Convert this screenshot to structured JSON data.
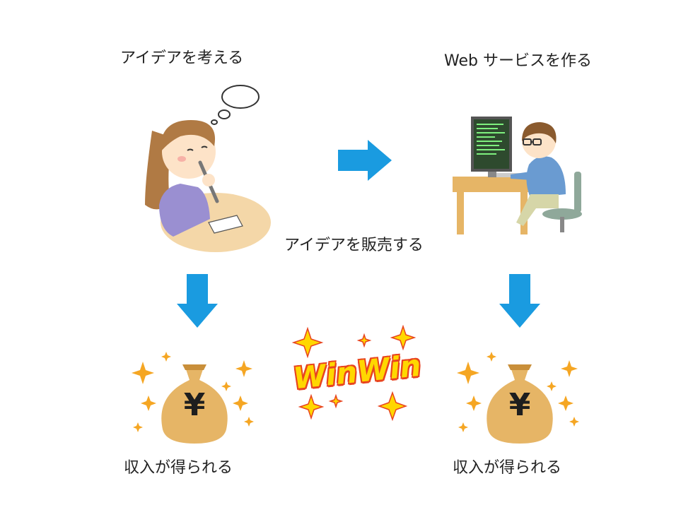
{
  "labels": {
    "think_idea": "アイデアを考える",
    "build_service": "Web サービスを作る",
    "sell_idea": "アイデアを販売する",
    "income_left": "収入が得られる",
    "income_right": "収入が得られる"
  },
  "badge": {
    "text": "WinWin"
  },
  "money_bag": {
    "symbol": "¥"
  },
  "colors": {
    "arrow": "#1a9be0",
    "bag": "#e6b566",
    "bag_dark": "#c98f3a",
    "sparkle": "#f5a623",
    "badge_fill": "#ffd700",
    "badge_stroke": "#e8441f"
  }
}
